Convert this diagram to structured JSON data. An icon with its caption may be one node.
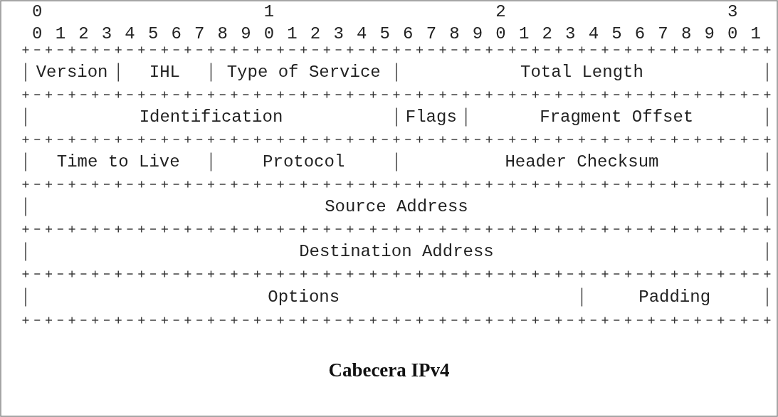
{
  "diagram": {
    "caption": "Cabecera IPv4",
    "nodes": [
      {
        "text": [
          "Version"
        ]
      },
      {
        "text": [
          "IHL"
        ]
      },
      {
        "text": [
          "Type of Service"
        ]
      },
      {
        "text": [
          "Total Length"
        ]
      },
      {
        "text": [
          "Identification"
        ]
      },
      {
        "text": [
          "Flags"
        ]
      },
      {
        "text": [
          "Fragment Offset"
        ]
      },
      {
        "text": [
          "Time to Live"
        ]
      },
      {
        "text": [
          "Protocol"
        ]
      },
      {
        "text": [
          "Header Checksum"
        ]
      },
      {
        "text": [
          "Source Address"
        ]
      },
      {
        "text": [
          "Destination Address"
        ]
      },
      {
        "text": [
          "Options"
        ]
      },
      {
        "text": [
          "Padding"
        ]
      }
    ],
    "labels": [
      "0",
      "1",
      "2",
      "3",
      "0 1 2 3 4 5 6 7 8 9 0 1 2 3 4 5 6 7 8 9 0 1 2 3 4 5 6 7 8 9 0 1"
    ]
  }
}
